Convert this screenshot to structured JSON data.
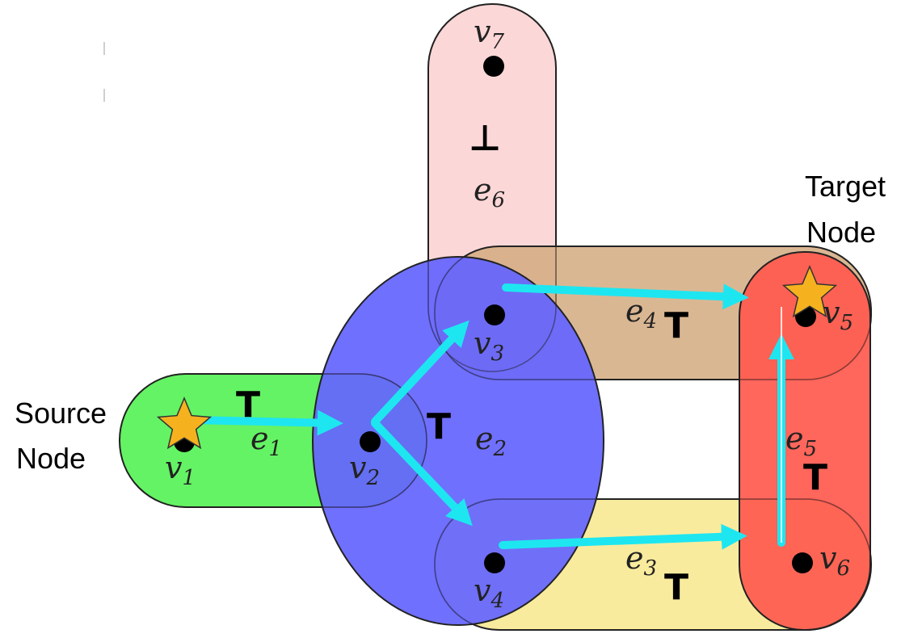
{
  "colors": {
    "e1": "#5cf25c",
    "e2": "#6464ff",
    "e3": "#f8e88c",
    "e4": "#d4aa80",
    "e5": "#ff5a50",
    "e6": "#fcd3d3",
    "arrow": "#1ee6f0",
    "star": "#f6b21e",
    "node": "#000000"
  },
  "vertices": {
    "v1": {
      "name": "v",
      "sub": "1"
    },
    "v2": {
      "name": "v",
      "sub": "2"
    },
    "v3": {
      "name": "v",
      "sub": "3"
    },
    "v4": {
      "name": "v",
      "sub": "4"
    },
    "v5": {
      "name": "v",
      "sub": "5"
    },
    "v6": {
      "name": "v",
      "sub": "6"
    },
    "v7": {
      "name": "v",
      "sub": "7"
    }
  },
  "edges": {
    "e1": {
      "name": "e",
      "sub": "1",
      "truth": "T"
    },
    "e2": {
      "name": "e",
      "sub": "2",
      "truth": "T"
    },
    "e3": {
      "name": "e",
      "sub": "3",
      "truth": "T"
    },
    "e4": {
      "name": "e",
      "sub": "4",
      "truth": "T"
    },
    "e5": {
      "name": "e",
      "sub": "5",
      "truth": "T"
    },
    "e6": {
      "name": "e",
      "sub": "6",
      "truth": "⊥"
    }
  },
  "labels": {
    "source_line1": "Source",
    "source_line2": "Node",
    "target_line1": "Target",
    "target_line2": "Node"
  }
}
